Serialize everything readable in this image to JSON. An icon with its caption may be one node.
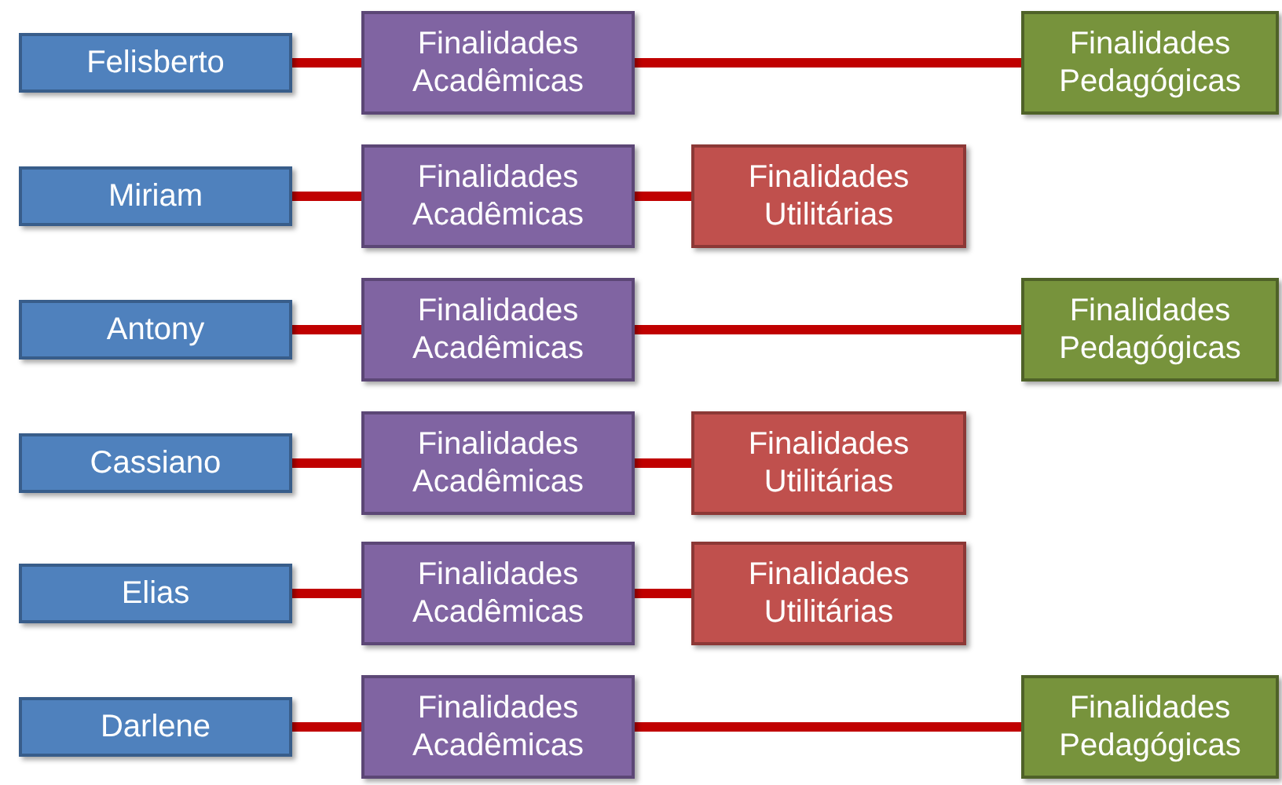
{
  "diagram": {
    "nodes": [
      {
        "text": [
          "Felisberto"
        ]
      },
      {
        "text": [
          "Finalidades Acadêmicas"
        ]
      },
      {
        "text": [
          "Finalidades Pedagógicas"
        ]
      },
      {
        "text": [
          "Miriam"
        ]
      },
      {
        "text": [
          "Finalidades Acadêmicas"
        ]
      },
      {
        "text": [
          "Finalidades Utilitárias"
        ]
      },
      {
        "text": [
          "Antony"
        ]
      },
      {
        "text": [
          "Finalidades Acadêmicas"
        ]
      },
      {
        "text": [
          "Finalidades Pedagógicas"
        ]
      },
      {
        "text": [
          "Cassiano"
        ]
      },
      {
        "text": [
          "Finalidades Acadêmicas"
        ]
      },
      {
        "text": [
          "Finalidades Utilitárias"
        ]
      },
      {
        "text": [
          "Elias"
        ]
      },
      {
        "text": [
          "Finalidades Acadêmicas"
        ]
      },
      {
        "text": [
          "Finalidades Utilitárias"
        ]
      },
      {
        "text": [
          "Darlene"
        ]
      },
      {
        "text": [
          "Finalidades Acadêmicas"
        ]
      },
      {
        "text": [
          "Finalidades Pedagógicas"
        ]
      }
    ],
    "edges": [
      {
        "from": 0,
        "to": 1,
        "arrow": "none"
      },
      {
        "from": 1,
        "to": 2,
        "arrow": "none"
      },
      {
        "from": 3,
        "to": 4,
        "arrow": "none"
      },
      {
        "from": 4,
        "to": 5,
        "arrow": "none"
      },
      {
        "from": 6,
        "to": 7,
        "arrow": "none"
      },
      {
        "from": 7,
        "to": 8,
        "arrow": "none"
      },
      {
        "from": 9,
        "to": 10,
        "arrow": "none"
      },
      {
        "from": 10,
        "to": 11,
        "arrow": "none"
      },
      {
        "from": 12,
        "to": 13,
        "arrow": "none"
      },
      {
        "from": 13,
        "to": 14,
        "arrow": "none"
      },
      {
        "from": 15,
        "to": 16,
        "arrow": "none"
      },
      {
        "from": 16,
        "to": 17,
        "arrow": "none"
      }
    ]
  }
}
